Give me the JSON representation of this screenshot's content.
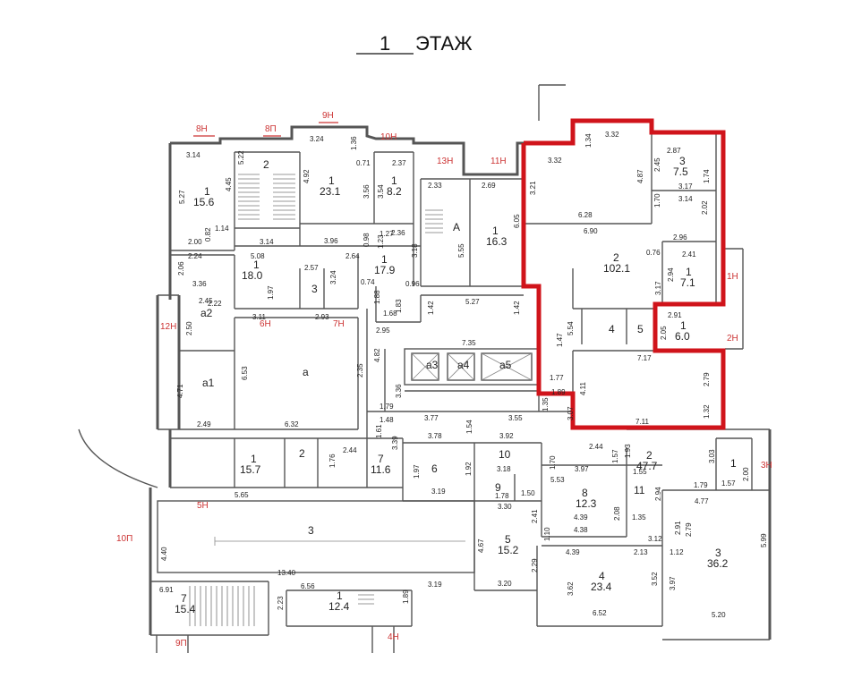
{
  "title": {
    "number": "1",
    "text": "ЭТАЖ"
  },
  "tags": {
    "t8n": "8Н",
    "t8p": "8П",
    "t9n": "9Н",
    "t10n": "10Н",
    "t13n": "13Н",
    "t11n": "11Н",
    "t12n": "12Н",
    "t6n": "6Н",
    "t7n": "7Н",
    "t1n": "1Н",
    "t2n": "2Н",
    "t3n": "3Н",
    "t5n": "5Н",
    "t10p": "10П",
    "t9p": "9П",
    "t4n": "4Н"
  },
  "rooms": {
    "r156": {
      "num": "1",
      "area": "15.6"
    },
    "r2stair": {
      "num": "2"
    },
    "r231": {
      "num": "1",
      "area": "23.1"
    },
    "r82": {
      "num": "1",
      "area": "8.2"
    },
    "rA": {
      "num": "A"
    },
    "r163": {
      "num": "1",
      "area": "16.3"
    },
    "r180": {
      "num": "1",
      "area": "18.0"
    },
    "r3": {
      "num": "3"
    },
    "r179": {
      "num": "1",
      "area": "17.9"
    },
    "ra2": {
      "num": "a2"
    },
    "ra1": {
      "num": "a1"
    },
    "ra": {
      "num": "a"
    },
    "ra3": {
      "num": "a3"
    },
    "ra4": {
      "num": "a4"
    },
    "ra5": {
      "num": "a5"
    },
    "r75": {
      "num": "3",
      "area": "7.5"
    },
    "r1021": {
      "num": "2",
      "area": "102.1"
    },
    "r71": {
      "num": "1",
      "area": "7.1"
    },
    "r60": {
      "num": "1",
      "area": "6.0"
    },
    "r4": {
      "num": "4"
    },
    "r5": {
      "num": "5"
    },
    "r157": {
      "num": "1",
      "area": "15.7"
    },
    "r2b": {
      "num": "2"
    },
    "r116": {
      "num": "7",
      "area": "11.6"
    },
    "r6": {
      "num": "6"
    },
    "r10": {
      "num": "10"
    },
    "r9": {
      "num": "9"
    },
    "r123": {
      "num": "8",
      "area": "12.3"
    },
    "r11": {
      "num": "11"
    },
    "r477": {
      "num": "2",
      "area": "47.7"
    },
    "r1c": {
      "num": "1"
    },
    "r3corr": {
      "num": "3"
    },
    "r152": {
      "num": "5",
      "area": "15.2"
    },
    "r234": {
      "num": "4",
      "area": "23.4"
    },
    "r362": {
      "num": "3",
      "area": "36.2"
    },
    "r154": {
      "num": "7",
      "area": "15.4"
    },
    "r124": {
      "num": "1",
      "area": "12.4"
    }
  },
  "dims": {
    "d314a": "3.14",
    "d527": "5.27",
    "d445": "4.45",
    "d522": "5.22",
    "d200": "2.00",
    "d082": "0.82",
    "d114": "1.14",
    "d314b": "3.14",
    "d324": "3.24",
    "d136": "1.36",
    "d492": "4.92",
    "d071": "0.71",
    "d356": "3.56",
    "d354": "3.54",
    "d237": "2.37",
    "d233": "2.33",
    "d269": "2.69",
    "d555": "5.55",
    "d605": "6.05",
    "d236": "2.36",
    "d318": "3.18",
    "d127": "1.27",
    "d123": "1.23",
    "d098": "0.98",
    "d396": "3.96",
    "d224": "2.24",
    "d206": "2.06",
    "d508": "5.08",
    "d264": "2.64",
    "d336": "3.36",
    "d257": "2.57",
    "d324b": "3.24",
    "d197": "1.97",
    "d222": "2.22",
    "d311": "3.11",
    "d293": "2.93",
    "d188": "1.88",
    "d183": "1.83",
    "d168": "1.68",
    "d096": "0.96",
    "d074": "0.74",
    "d527b": "5.27",
    "d142a": "1.42",
    "d142b": "1.42",
    "d245": "2.45",
    "d250": "2.50",
    "d471": "4.71",
    "d249": "2.49",
    "d653": "6.53",
    "d632": "6.32",
    "d295": "2.95",
    "d482": "4.82",
    "d235": "2.35",
    "d735": "7.35",
    "d179": "1.79",
    "d336b": "3.36",
    "d148": "1.48",
    "d377": "3.77",
    "d355": "3.55",
    "d332a": "3.32",
    "d134": "1.34",
    "d332b": "3.32",
    "d321": "3.21",
    "d487": "4.87",
    "d628": "6.28",
    "d287": "2.87",
    "d245b": "2.45",
    "d174": "1.74",
    "d317": "3.17",
    "d314c": "3.14",
    "d202": "2.02",
    "d170": "1.70",
    "d690": "6.90",
    "d296": "2.96",
    "d241": "2.41",
    "d294": "2.94",
    "d076": "0.76",
    "d317b": "3.17",
    "d554": "5.54",
    "d147": "1.47",
    "d291": "2.91",
    "d205": "2.05",
    "d717": "7.17",
    "d411": "4.11",
    "d279": "2.79",
    "d132": "1.32",
    "d711": "7.11",
    "d177": "1.77",
    "d189": "1.89",
    "d307": "3.07",
    "d135": "1.35",
    "d378": "3.78",
    "d154": "1.54",
    "d392": "3.92",
    "d244": "2.44",
    "d244b": "2.44",
    "d176": "1.76",
    "d339": "3.39",
    "d161": "1.61",
    "d197b": "1.97",
    "d192": "1.92",
    "d319": "3.19",
    "d318b": "3.18",
    "d170b": "1.70",
    "d397": "3.97",
    "d157": "1.57",
    "d553": "5.53",
    "d178": "1.78",
    "d150": "1.50",
    "d439": "4.39",
    "d438": "4.38",
    "d208": "2.08",
    "d193": "1.93",
    "d155": "1.55",
    "d135b": "1.35",
    "d294b": "2.94",
    "d303": "3.03",
    "d179b": "1.79",
    "d157b": "1.57",
    "d200b": "2.00",
    "d565": "5.65",
    "d477": "4.77",
    "d330": "3.30",
    "d241b": "2.41",
    "d110": "1.10",
    "d467": "4.67",
    "d229": "2.29",
    "d320": "3.20",
    "d439b": "4.39",
    "d213": "2.13",
    "d362": "3.62",
    "d352": "3.52",
    "d652": "6.52",
    "d312": "3.12",
    "d112": "1.12",
    "d279b": "2.79",
    "d291b": "2.91",
    "d397b": "3.97",
    "d599": "5.99",
    "d520": "5.20",
    "d440": "4.40",
    "d1340": "13.40",
    "d691": "6.91",
    "d223": "2.23",
    "d656": "6.56",
    "d189b": "1.89",
    "d319b": "3.19"
  }
}
